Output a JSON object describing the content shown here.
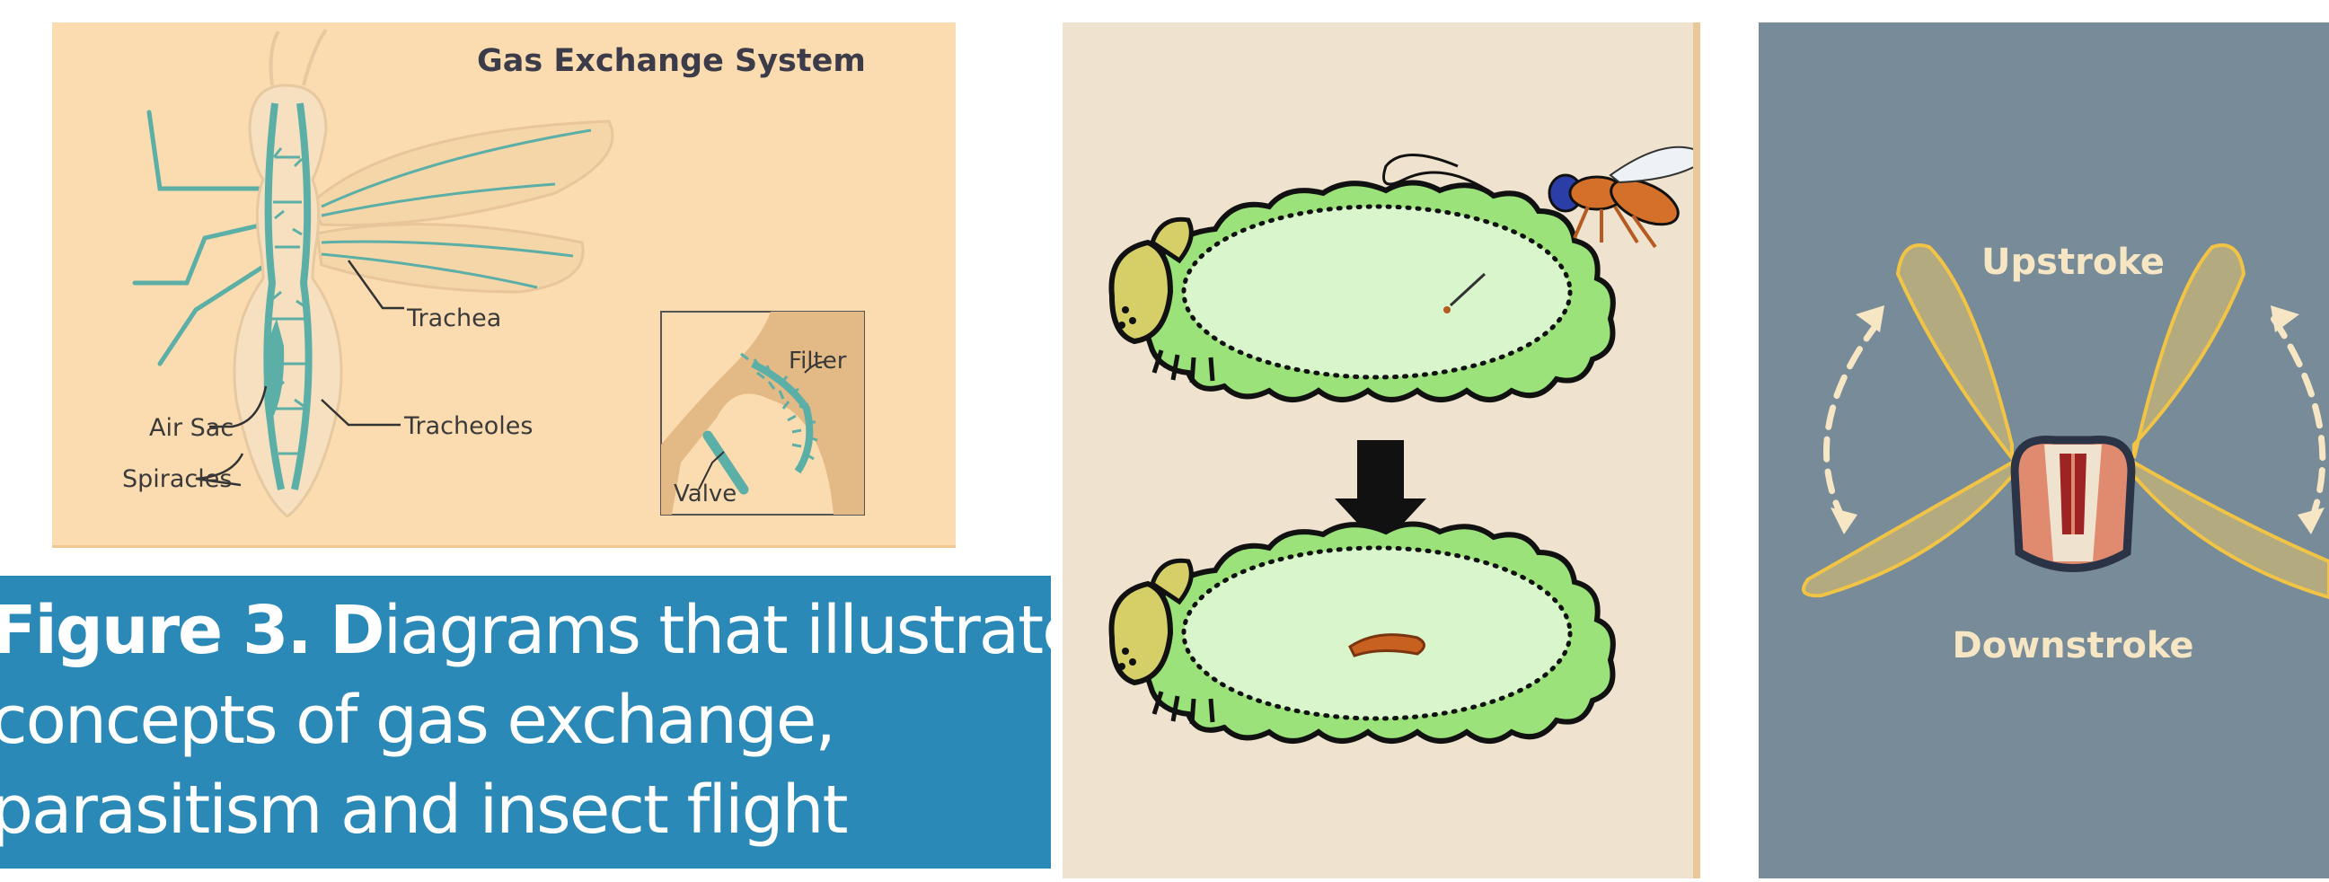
{
  "gas_exchange": {
    "title": "Gas Exchange System",
    "labels": {
      "trachea": "Trachea",
      "air_sac": "Air Sac",
      "tracheoles": "Tracheoles",
      "spiracles": "Spiracles",
      "filter": "Filter",
      "valve": "Valve"
    }
  },
  "flight": {
    "upstroke": "Upstroke",
    "downstroke": "Downstroke"
  },
  "caption": {
    "figure_label": "Figure 3.",
    "bold_letter": "D",
    "line1_rest": "iagrams that illustrate",
    "line2": "concepts of gas exchange,",
    "line3": "parasitism and insect flight"
  },
  "colors": {
    "gas_bg": "#fbdcb0",
    "trachea_teal": "#5bafa6",
    "parasitism_bg": "#efe3cf",
    "caterpillar_green": "#9be27a",
    "flight_bg": "#778b99",
    "wing_yellow": "#f2c445",
    "caption_blue": "#2a89b7"
  }
}
